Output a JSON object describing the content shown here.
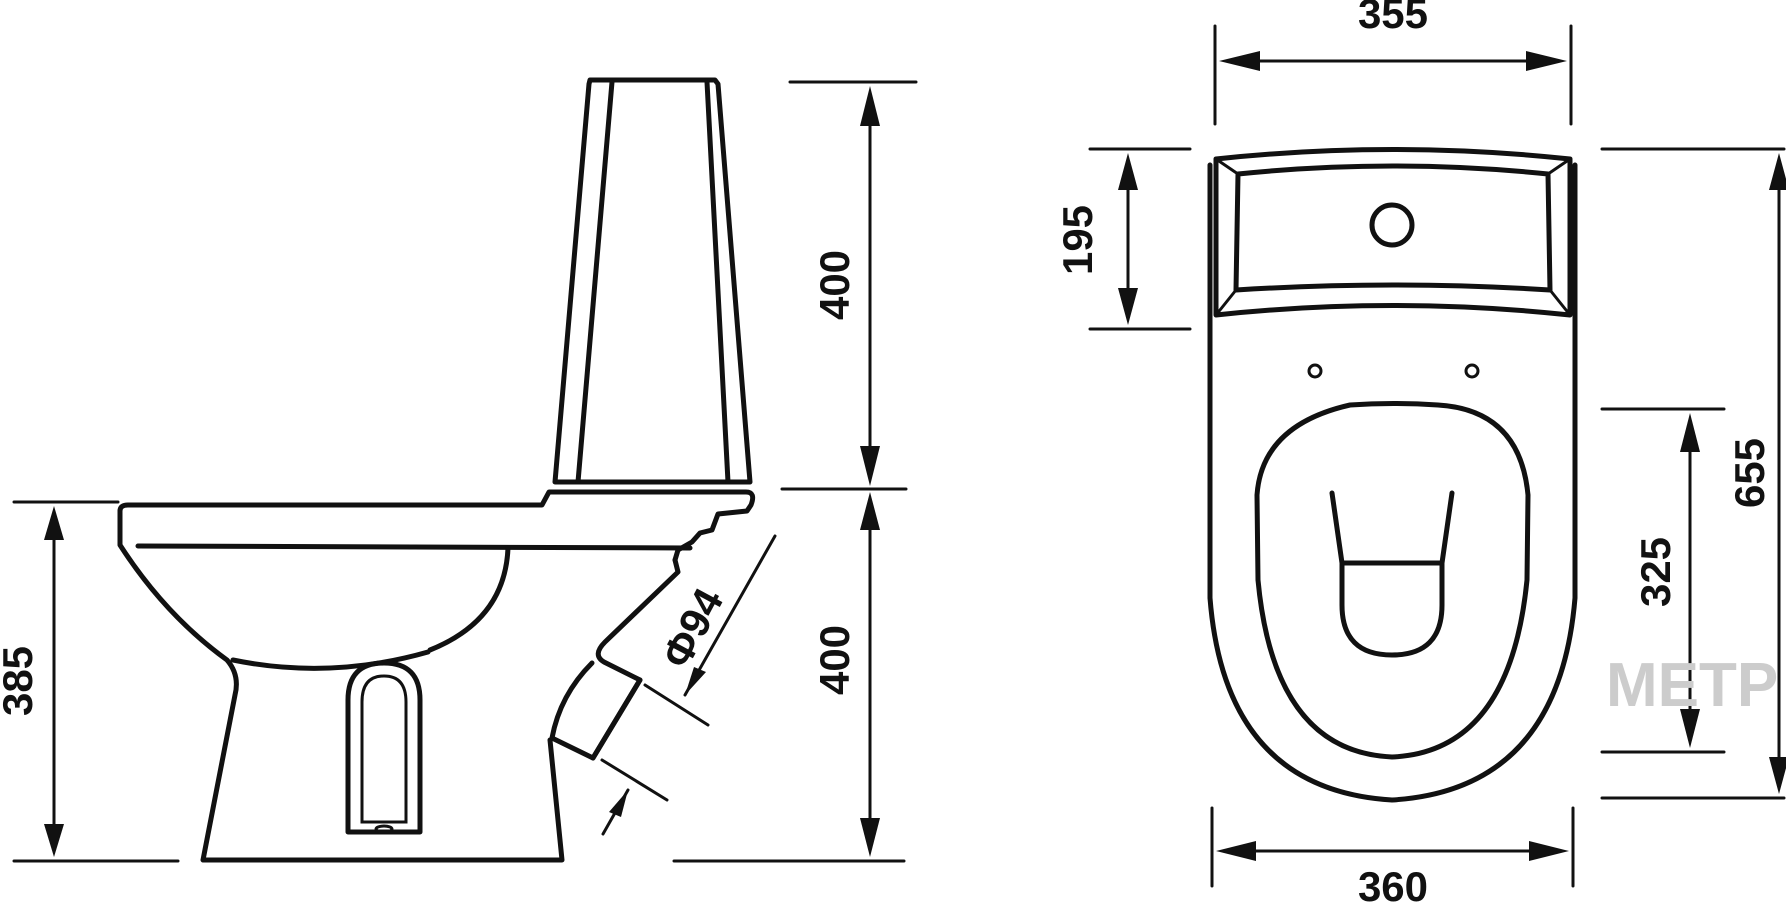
{
  "dimensions": {
    "side_total_height": "385",
    "tank_height": "400",
    "bowl_height": "400",
    "outlet_diameter": "Ф94",
    "top_width": "355",
    "bottom_width": "360",
    "tank_depth": "195",
    "seat_opening": "325",
    "total_length": "655"
  },
  "watermark": "МЕТР"
}
